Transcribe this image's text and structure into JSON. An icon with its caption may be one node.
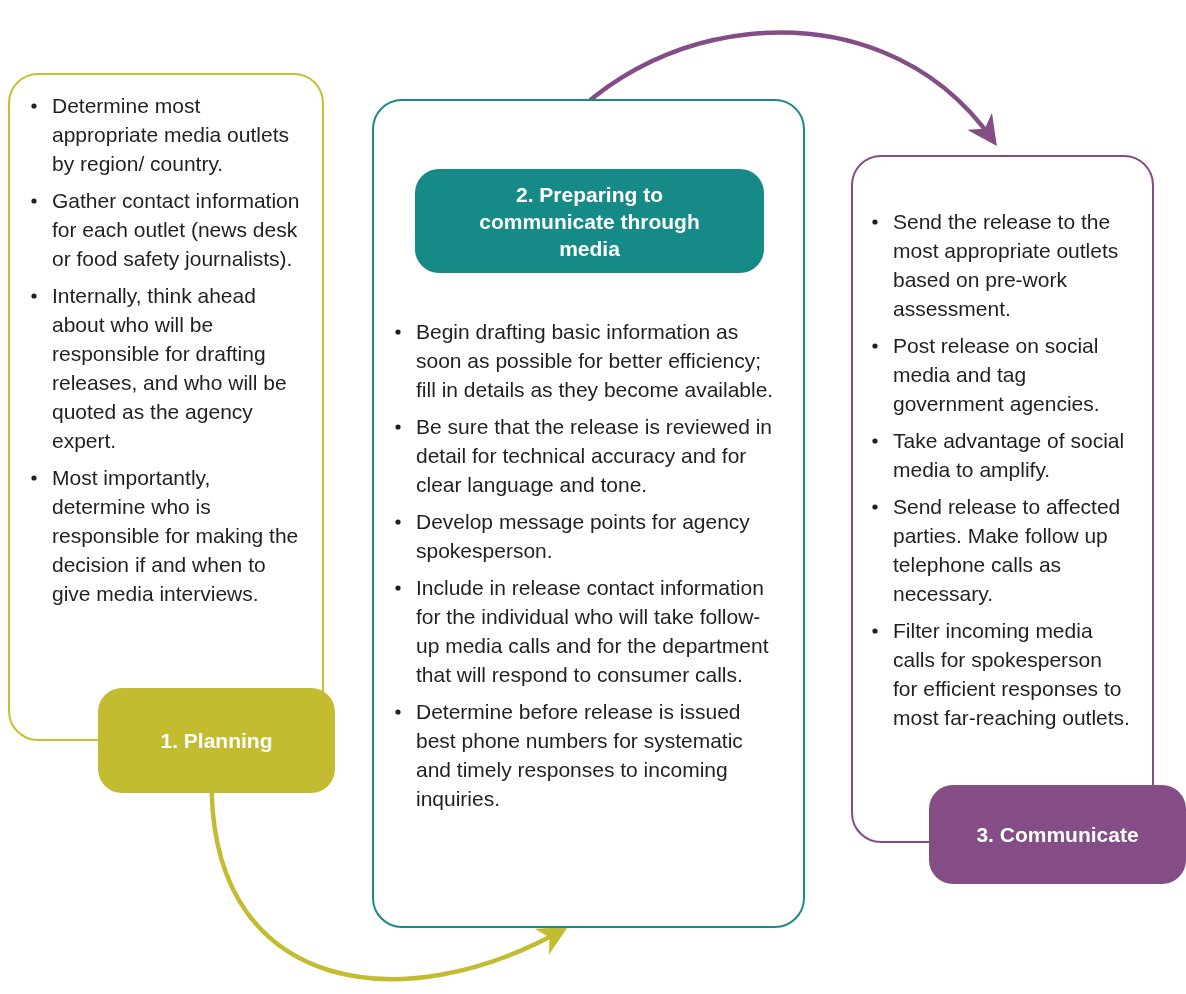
{
  "diagram": {
    "nodes": [
      {
        "text": [
          "Determine most appropriate media outlets by region/ country.",
          "Gather contact information for each outlet (news desk or food safety journalists).",
          "Internally, think ahead about who will be responsible for drafting releases, and who will be quoted as the agency expert.",
          "Most importantly, determine who is responsible for making the decision if and when to give media interviews."
        ]
      },
      {
        "text": [
          "1. Planning"
        ]
      },
      {
        "text": [
          "Begin drafting basic information as soon as possible for better efficiency; fill in details as they become available.",
          "Be sure that the release is reviewed in detail for technical accuracy and for clear language and tone.",
          "Develop message points for agency spokesperson.",
          "Include in release contact information for the individual who will take follow-up media calls and for the department that will respond to consumer calls.",
          "Determine before release is issued best phone numbers for systematic and timely responses to incoming inquiries."
        ]
      },
      {
        "text": [
          "2. Preparing to communicate through media"
        ],
        "in": 2
      },
      {
        "text": [
          "Send the release to the most appropriate outlets based on pre-work assessment.",
          "Post release on social media and tag government agencies.",
          "Take advantage of social media to amplify.",
          "Send release to affected parties. Make follow up telephone calls as necessary.",
          "Filter incoming media calls for spokesperson for efficient responses to most far-reaching outlets."
        ]
      },
      {
        "text": [
          "3. Communicate"
        ]
      }
    ],
    "edges": [
      {
        "from": 1,
        "to": 2,
        "arrow": "to",
        "color": "#c3bb30"
      },
      {
        "from": 3,
        "to": 4,
        "arrow": "to",
        "color": "#844d85"
      }
    ]
  }
}
